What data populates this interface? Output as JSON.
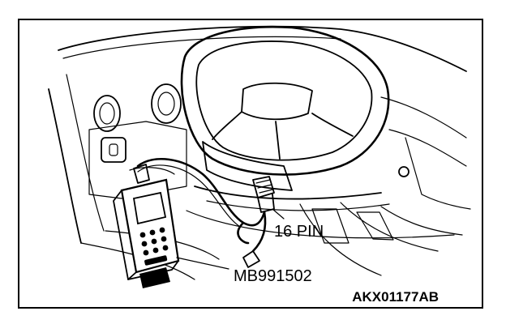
{
  "labels": {
    "connector_pins": "16 PIN",
    "tool_part_number": "MB991502",
    "figure_id": "AKX01177AB"
  }
}
